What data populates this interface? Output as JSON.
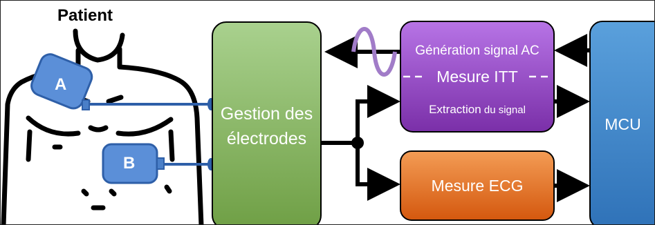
{
  "patient": {
    "title": "Patient",
    "electrode_a": "A",
    "electrode_b": "B"
  },
  "blocks": {
    "electrodes": {
      "line1": "Gestion des",
      "line2": "électrodes"
    },
    "itt": {
      "generation": "Génération signal AC",
      "mesure": "Mesure ITT",
      "extraction_main": "Extraction",
      "extraction_small": " du signal"
    },
    "ecg": {
      "label": "Mesure ECG"
    },
    "mcu": {
      "label": "MCU"
    }
  },
  "colors": {
    "electrode_fill": "#5b8fd8",
    "electrode_line": "#2e5fa8",
    "green_top": "#a9d18e",
    "green_bottom": "#70ad47",
    "purple_top": "#b774e6",
    "purple_bottom": "#7030a0",
    "orange_top": "#f4a460",
    "orange_bottom": "#d35400",
    "blue_top": "#5b9bd5",
    "blue_bottom": "#2e75b6",
    "wave": "#a17cc8"
  }
}
